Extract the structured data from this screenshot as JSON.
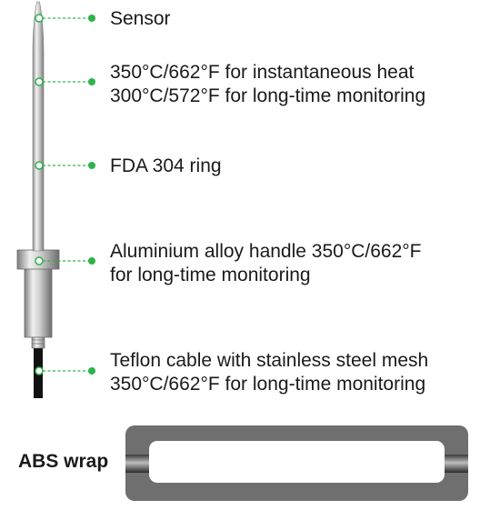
{
  "probe": {
    "callouts": [
      {
        "id": "sensor",
        "lines": [
          "Sensor"
        ]
      },
      {
        "id": "temp",
        "lines": [
          "350°C/662°F for instantaneous heat",
          "300°C/572°F for long-time monitoring"
        ]
      },
      {
        "id": "ring",
        "lines": [
          "FDA 304 ring"
        ]
      },
      {
        "id": "handle",
        "lines": [
          "Aluminium alloy handle 350°C/662°F",
          "for long-time monitoring"
        ]
      },
      {
        "id": "cable",
        "lines": [
          "Teflon cable with stainless steel mesh",
          "350°C/662°F for long-time monitoring"
        ]
      }
    ]
  },
  "wrap": {
    "label": "ABS wrap"
  },
  "colors": {
    "accent_dot": "#2db34a",
    "wrap_body": "#6f6f6f",
    "cable": "#111111"
  }
}
